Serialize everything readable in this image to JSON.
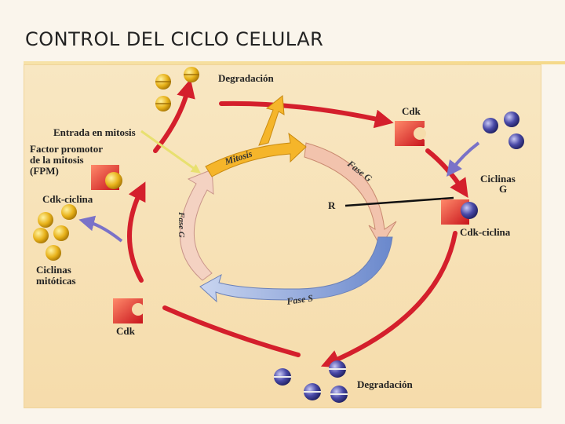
{
  "slide": {
    "title": "CONTROL DEL CICLO CELULAR"
  },
  "diagram": {
    "labels": {
      "degradacion_top": "Degradación",
      "degradacion_bottom": "Degradación",
      "cdk_top": "Cdk",
      "cdk_left": "Cdk",
      "entrada_mitosis": "Entrada en mitosis",
      "fpm_line1": "Factor promotor",
      "fpm_line2": "de la mitosis",
      "fpm_line3": "(FPM)",
      "cdk_ciclina_left": "Cdk-ciclina",
      "cdk_ciclina_right": "Cdk-ciclina",
      "ciclinas_g1_line1": "Ciclinas",
      "ciclinas_g1_line2": "G",
      "ciclinas_mit_line1": "Ciclinas",
      "ciclinas_mit_line2": "mitóticas",
      "r_point": "R",
      "mitosis": "Mitosis",
      "fase_g2": "Fase G",
      "fase_s": "Fase S",
      "fase_g1": "Fase G"
    },
    "colors": {
      "red_arrow": "#d41f2c",
      "mitosis_arrow": "#f5b52a",
      "g2_arrow": "#f0c0a8",
      "s_arrow": "#8aa4d8",
      "g1_arrow": "#f4d0c0",
      "cyclin_mitotic": "#e8b21a",
      "cyclin_g1": "#4a4aa8",
      "cdk": "#e23b2c"
    }
  }
}
